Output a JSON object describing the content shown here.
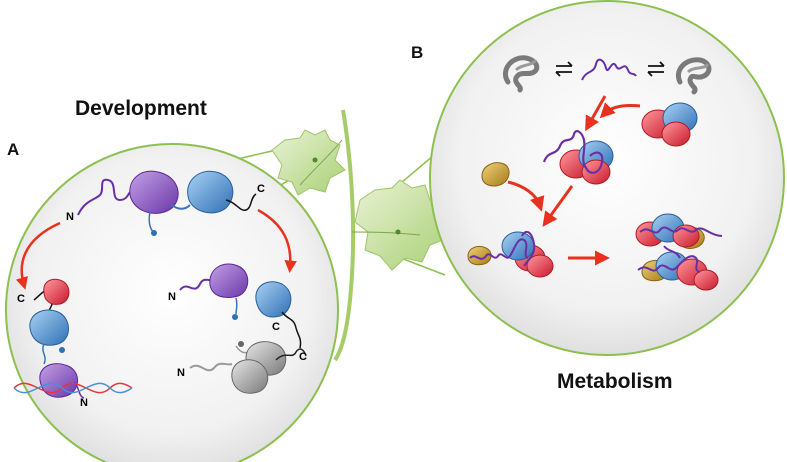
{
  "panels": {
    "a": {
      "letter": "A",
      "title": "Development"
    },
    "b": {
      "letter": "B",
      "title": "Metabolism"
    }
  },
  "termini": {
    "n": "N",
    "c": "C"
  },
  "colors": {
    "circle_border": "#8cc04f",
    "purple_domain": "#8f5cc4",
    "blue_domain": "#4a90d4",
    "red_domain": "#e8343c",
    "grey_domain": "#9a9a9a",
    "gold_ligand": "#c9a23a",
    "arrow": "#e8311f",
    "linker_purple": "#6a2fa8",
    "leaf": "#b9d78a",
    "stem": "#a6cc6a"
  },
  "icons": [
    "development-circle-icon",
    "metabolism-circle-icon",
    "plant-stem-icon",
    "leaf-icon",
    "protein-domain-icon",
    "dna-helix-icon",
    "equilibrium-arrows-icon",
    "red-arrow-icon"
  ]
}
